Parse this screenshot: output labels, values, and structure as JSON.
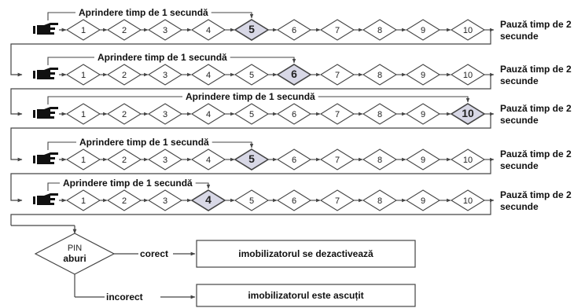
{
  "rows": [
    {
      "blink_label": "Aprindere timp de 1 secundă",
      "pause_label_line1": "Pauză timp de 2",
      "pause_label_line2": "secunde",
      "highlighted_digit": "5"
    },
    {
      "blink_label": "Aprindere timp de 1 secundă",
      "pause_label_line1": "Pauză timp de 2",
      "pause_label_line2": "secunde",
      "highlighted_digit": "6"
    },
    {
      "blink_label": "Aprindere timp de 1 secundă",
      "pause_label_line1": "Pauză timp de 2",
      "pause_label_line2": "secunde",
      "highlighted_digit": "10"
    },
    {
      "blink_label": "Aprindere timp de 1 secundă",
      "pause_label_line1": "Pauză timp de 2",
      "pause_label_line2": "secunde",
      "highlighted_digit": "5"
    },
    {
      "blink_label": "Aprindere timp de 1 secundă",
      "pause_label_line1": "Pauză timp de 2",
      "pause_label_line2": "secunde",
      "highlighted_digit": "4"
    }
  ],
  "digits": [
    "1",
    "2",
    "3",
    "4",
    "5",
    "6",
    "7",
    "8",
    "9",
    "10"
  ],
  "decision": {
    "line1": "PIN",
    "line2": "aburi"
  },
  "branches": {
    "correct_label": "corect",
    "correct_result": "imobilizatorul se dezactivează",
    "incorrect_label": "incorect",
    "incorrect_result": "imobilizatorul este ascuțit"
  },
  "colors": {
    "line": "#444444",
    "highlight_fill": "#d8d8e6",
    "icon": "#111111"
  },
  "icons": {
    "hand": "pointing-hand-icon"
  }
}
